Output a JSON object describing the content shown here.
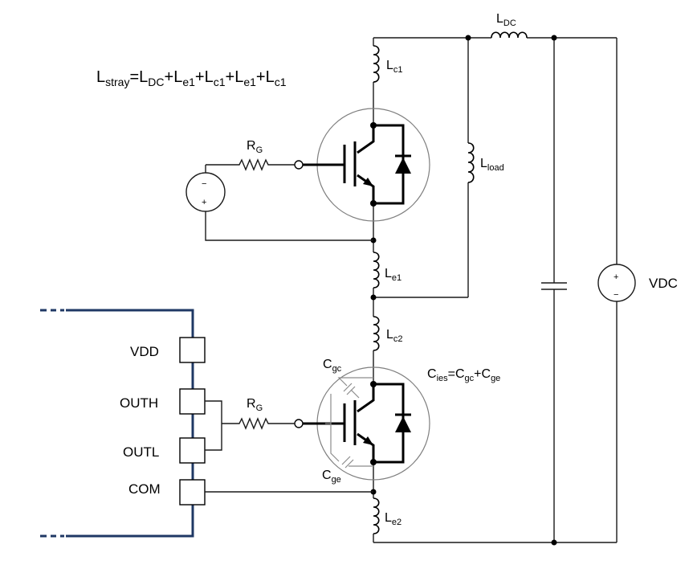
{
  "formula": {
    "base": "L",
    "stray_sub": "stray",
    "equals": "=L",
    "t1": "DC",
    "p1": "+L",
    "t2": "e1",
    "p2": "+L",
    "t3": "c1",
    "p3": "+L",
    "t4": "e1",
    "p4": "+L",
    "t5": "c1"
  },
  "labels": {
    "ldc": {
      "main": "L",
      "sub": "DC"
    },
    "lc1": {
      "main": "L",
      "sub": "c1"
    },
    "lload": {
      "main": "L",
      "sub": "load"
    },
    "le1": {
      "main": "L",
      "sub": "e1"
    },
    "lc2": {
      "main": "L",
      "sub": "c2"
    },
    "le2": {
      "main": "L",
      "sub": "e2"
    },
    "rg_top": {
      "main": "R",
      "sub": "G"
    },
    "rg_bottom": {
      "main": "R",
      "sub": "G"
    },
    "cgc": {
      "main": "C",
      "sub": "gc"
    },
    "cge": {
      "main": "C",
      "sub": "ge"
    },
    "vdc": "VDC",
    "cies": {
      "a": "C",
      "a_sub": "ies",
      "b": "=C",
      "b_sub": "gc",
      "c": "+C",
      "c_sub": "ge"
    }
  },
  "source_signs": {
    "minus": "−",
    "plus": "+"
  },
  "driver_pins": [
    "VDD",
    "OUTH",
    "OUTL",
    "COM"
  ],
  "colors": {
    "wire": "#1a1a1a",
    "driver_bus": "#1f3864",
    "device_circle": "#7f7f7f"
  }
}
